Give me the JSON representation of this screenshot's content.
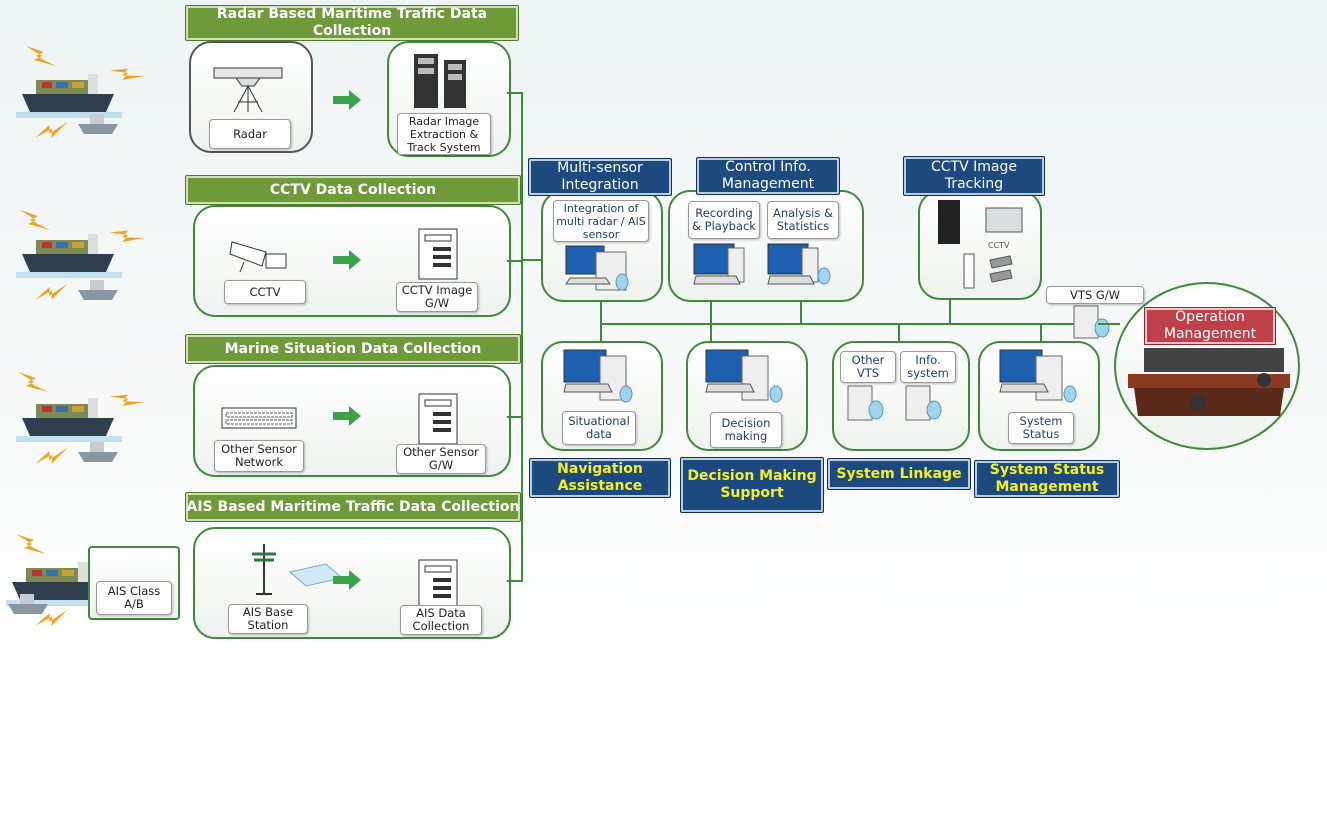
{
  "collection": {
    "radar": {
      "title": "Radar Based Maritime Traffic Data Collection",
      "source": "Radar",
      "target": "Radar Image Extraction & Track System"
    },
    "cctv": {
      "title": "CCTV Data Collection",
      "source": "CCTV",
      "target": "CCTV Image G/W"
    },
    "marine": {
      "title": "Marine Situation Data Collection",
      "source": "Other Sensor Network",
      "target": "Other Sensor G/W"
    },
    "ais": {
      "title": "AIS Based Maritime Traffic Data Collection",
      "source": "AIS Base Station",
      "target": "AIS Data Collection",
      "ship_label": "AIS Class A/B"
    }
  },
  "top_modules": {
    "multisensor": {
      "title": "Multi-sensor Integration",
      "label": "Integration of multi radar / AIS sensor"
    },
    "control": {
      "title": "Control Info. Management",
      "label1": "Recording & Playback",
      "label2": "Analysis & Statistics"
    },
    "cctv_tracking": {
      "title": "CCTV Image Tracking",
      "device_label": "CCTV"
    }
  },
  "bottom_modules": {
    "navigation": {
      "title": "Navigation Assistance",
      "label": "Situational data"
    },
    "decision": {
      "title": "Decision Making Support",
      "label": "Decision making"
    },
    "linkage": {
      "title": "System Linkage",
      "label1": "Other VTS",
      "label2": "Info. system"
    },
    "status": {
      "title": "System Status Management",
      "label": "System Status"
    }
  },
  "gateway": {
    "label": "VTS G/W"
  },
  "operation": {
    "title": "Operation Management"
  },
  "colors": {
    "green": "#3f8a3a",
    "header_green": "#6e9a3a",
    "navy": "#1d4a7e",
    "yellow_text": "#f5ee2a",
    "red": "#c0404a"
  }
}
